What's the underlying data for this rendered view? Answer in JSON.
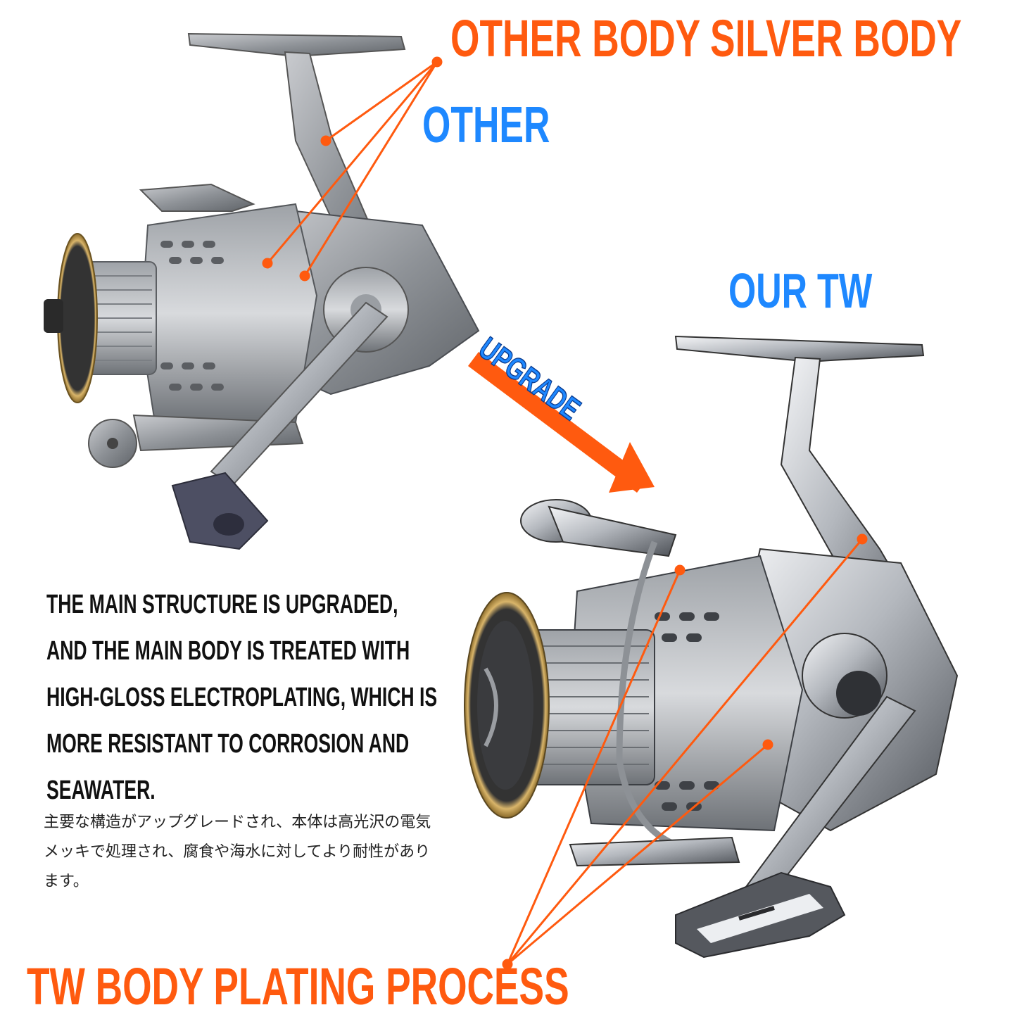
{
  "headline_top": "OTHER BODY SILVER BODY",
  "label_other": "OTHER",
  "label_upgrade": "UPGRADE",
  "label_ourtw": "OUR TW",
  "description_en": "THE MAIN STRUCTURE IS UPGRADED, AND THE MAIN BODY IS TREATED WITH HIGH-GLOSS ELECTROPLATING, WHICH IS MORE RESISTANT TO CORROSION AND SEAWATER.",
  "description_jp": "主要な構造がアップグレードされ、本体は高光沢の電気メッキで処理され、腐食や海水に対してより耐性があります。",
  "headline_bottom": "TW BODY PLATING PROCESS",
  "images": {
    "reel_other": "spinning-reel-grey-other",
    "reel_ourtw": "spinning-reel-silver-tw"
  },
  "colors": {
    "accent_orange": "#ff5a0f",
    "accent_blue": "#1e88ff",
    "text_dark": "#111111"
  }
}
